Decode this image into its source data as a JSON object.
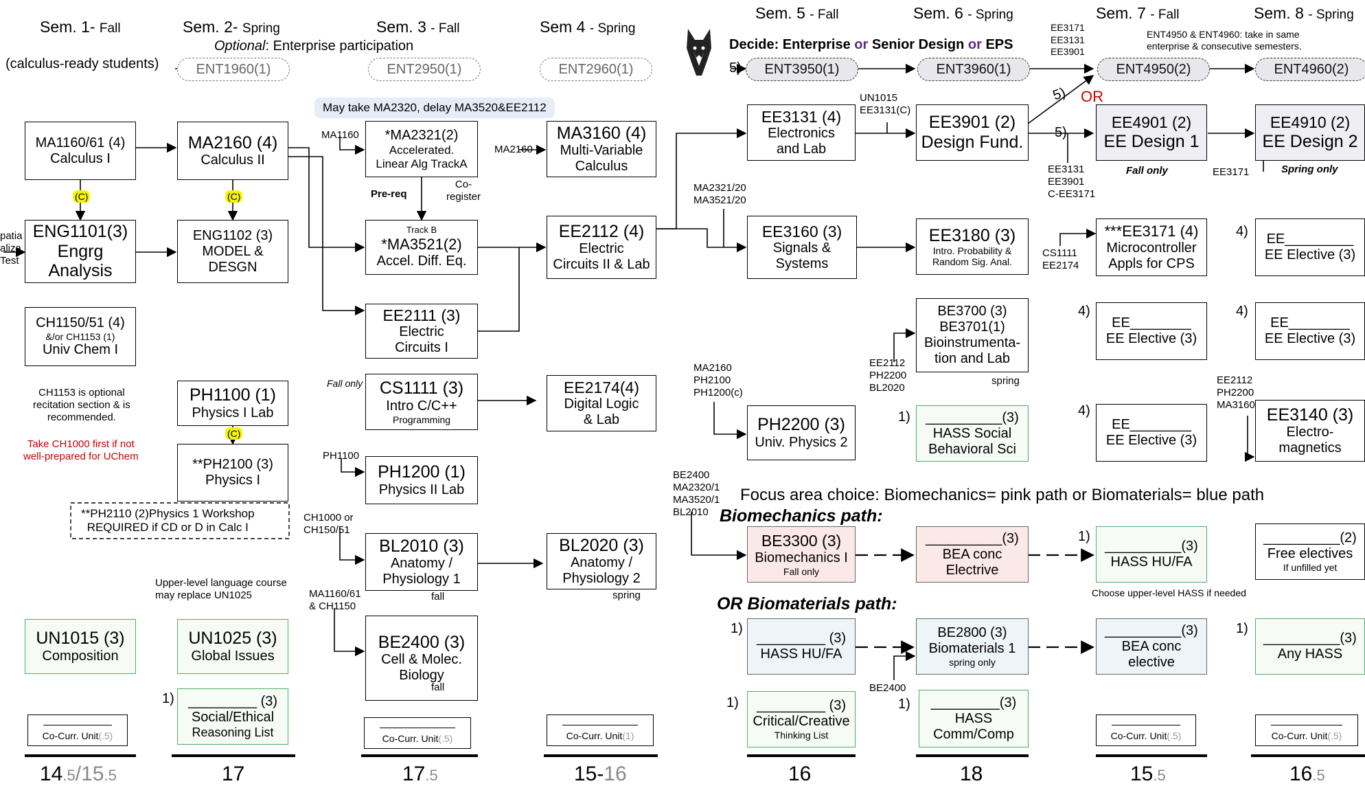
{
  "header": {
    "sem1": {
      "label": "Sem. 1-",
      "term": "Fall"
    },
    "sem2": {
      "label": "Sem. 2-",
      "term": "Spring"
    },
    "sem3": {
      "label": "Sem. 3",
      "term": "- Fall"
    },
    "sem4": {
      "label": "Sem 4",
      "term": "- Spring"
    },
    "sem5": {
      "label": "Sem. 5",
      "term": "- Fall"
    },
    "sem6": {
      "label": "Sem. 6",
      "term": "- Spring"
    },
    "sem7": {
      "label": "Sem. 7",
      "term": "- Fall"
    },
    "sem8": {
      "label": "Sem. 8",
      "term": "- Spring"
    },
    "calculus_ready": "(calculus-ready students)",
    "optional_italic": "Optional",
    "optional_rest": ": Enterprise participation",
    "decide_a": "Decide:  Enterprise ",
    "decide_or1": "or",
    "decide_b": " Senior Design ",
    "decide_or2": "or",
    "decide_c": " EPS",
    "ent_note_1": "ENT4950 & ENT4960: take in same",
    "ent_note_2": "enterprise & consecutive semesters.",
    "ee_list_1": "EE3171",
    "ee_list_2": "EE3131",
    "ee_list_3": "EE3901",
    "five_paren": "5)",
    "or_red": "OR"
  },
  "ent": {
    "e1960": "ENT1960(1)",
    "e2950": "ENT2950(1)",
    "e2960": "ENT2960(1)",
    "e3950": "ENT3950(1)",
    "e3960": "ENT3960(1)",
    "e4950": "ENT4950(2)",
    "e4960": "ENT4960(2)"
  },
  "bubble": "May take MA2320, delay MA3520&EE2112",
  "courses": {
    "ma1160": {
      "l1": "MA1160/61 (4)",
      "l2": "Calculus I"
    },
    "ma2160": {
      "l1": "MA2160 (4)",
      "l2": "Calculus II"
    },
    "ma2321": {
      "l1": "*MA2321(2)",
      "l2": "Accelerated.",
      "l3": "Linear Alg TrackA"
    },
    "ma3160": {
      "l1": "MA3160 (4)",
      "l2": "Multi-Variable",
      "l3": "Calculus"
    },
    "eng1101": {
      "l1": "ENG1101(3)",
      "l2": "Engrg",
      "l3": "Analysis"
    },
    "eng1102": {
      "l1": "ENG1102 (3)",
      "l2": "MODEL &",
      "l3": "DESGN"
    },
    "ma3521": {
      "l0": "Track B",
      "l1": "*MA3521(2)",
      "l2": "Accel. Diff. Eq."
    },
    "ee2112": {
      "l1": "EE2112 (4)",
      "l2": "Electric",
      "l3": "Circuits II & Lab"
    },
    "ch1150": {
      "l1": "CH1150/51 (4)",
      "l2": "&/or CH1153 (1)",
      "l3": "Univ Chem I"
    },
    "ee2111": {
      "l1": "EE2111 (3)",
      "l2": "Electric",
      "l3": "Circuits I"
    },
    "ph1100": {
      "l1": "PH1100 (1)",
      "l2": "Physics I Lab"
    },
    "cs1111": {
      "l1": "CS1111 (3)",
      "l2": "Intro C/C++",
      "l3": "Programming"
    },
    "ee2174": {
      "l1": "EE2174(4)",
      "l2": "Digital Logic",
      "l3": "& Lab"
    },
    "ph2100": {
      "l1": "**PH2100 (3)",
      "l2": "Physics I"
    },
    "ph1200": {
      "l1": "PH1200 (1)",
      "l2": "Physics II Lab"
    },
    "bl2010": {
      "l1": "BL2010 (3)",
      "l2": "Anatomy /",
      "l3": "Physiology 1"
    },
    "bl2020": {
      "l1": "BL2020 (3)",
      "l2": "Anatomy /",
      "l3": "Physiology 2"
    },
    "be2400": {
      "l1": "BE2400 (3)",
      "l2": "Cell & Molec.",
      "l3": "Biology"
    },
    "un1015": {
      "l1": "UN1015 (3)",
      "l2": "Composition"
    },
    "un1025": {
      "l1": "UN1025 (3)",
      "l2": "Global Issues"
    },
    "social": {
      "l1": "_________ (3)",
      "l2": "Social/Ethical",
      "l3": "Reasoning List"
    },
    "ee3131": {
      "l1": "EE3131 (4)",
      "l2": "Electronics",
      "l3": "and Lab"
    },
    "ee3901": {
      "l1": "EE3901 (2)",
      "l2": "Design Fund."
    },
    "ee4901": {
      "l1": "EE4901 (2)",
      "l2": "EE Design 1"
    },
    "ee4910": {
      "l1": "EE4910 (2)",
      "l2": "EE Design 2"
    },
    "ee3160": {
      "l1": "EE3160 (3)",
      "l2": "Signals &",
      "l3": "Systems"
    },
    "ee3180": {
      "l1": "EE3180 (3)",
      "l2": "Intro. Probability &",
      "l3": "Random Sig. Anal."
    },
    "ee3171": {
      "l1": "***EE3171 (4)",
      "l2": "Microcontroller",
      "l3": "Appls for CPS"
    },
    "elec8a": {
      "l1": "EE_________",
      "l2": "EE Elective (3)"
    },
    "be3700": {
      "l1": "BE3700 (3)",
      "l2": "BE3701(1)",
      "l3": "Bioinstrumenta-",
      "l4": "tion and Lab"
    },
    "elec7a": {
      "l1": "EE________",
      "l2": "EE Elective (3)"
    },
    "elec8b": {
      "l1": "EE________",
      "l2": "EE Elective (3)"
    },
    "ph2200": {
      "l1": "PH2200 (3)",
      "l2": "Univ. Physics 2"
    },
    "hass_soc": {
      "l1": "__________(3)",
      "l2": "HASS Social",
      "l3": "Behavioral Sci"
    },
    "elec7b": {
      "l1": "EE________",
      "l2": "EE Elective (3)"
    },
    "ee3140": {
      "l1": "EE3140 (3)",
      "l2": "Electro-",
      "l3": "magnetics"
    },
    "be3300": {
      "l1": "BE3300 (3)",
      "l2": "Biomechanics I",
      "l3": "Fall only"
    },
    "bea1": {
      "l1": "__________(3)",
      "l2": "BEA conc",
      "l3": "Electrive"
    },
    "hass_hu7": {
      "l1": "__________(3)",
      "l2": "HASS HU/FA"
    },
    "free": {
      "l1": "__________(2)",
      "l2": "Free electives",
      "l3": "If unfilled yet"
    },
    "hass_hu5": {
      "l1": "_________ (3)",
      "l2": "HASS HU/FA"
    },
    "be2800": {
      "l1": "BE2800 (3)",
      "l2": "Biomaterials 1",
      "l3": "spring only"
    },
    "bea2": {
      "l1": "__________(3)",
      "l2": "BEA conc",
      "l3": "elective"
    },
    "anyhass": {
      "l1": "__________(3)",
      "l2": "Any HASS"
    },
    "critical": {
      "l1": "_________ (3)",
      "l2": "Critical/Creative",
      "l3": "Thinking List"
    },
    "hass_comm": {
      "l1": "_________(3)",
      "l2": "HASS",
      "l3": "Comm/Comp"
    }
  },
  "labels": {
    "c_tag": "(C)",
    "ma1160_pre": "MA1160",
    "ma2160_pre": "MA2160",
    "prereq": "Pre-req",
    "coreg1": "Co-",
    "coreg2": "register",
    "spatial1": "patia",
    "spatial2": "aliza",
    "spatial3": "Test",
    "ch1153_note1": "CH1153 is optional",
    "ch1153_note2": "recitation section & is",
    "ch1153_note3": "recommended.",
    "ch1000_1": "Take CH1000 first if not",
    "ch1000_2": "well-prepared for UChem",
    "fall_only": "Fall only",
    "ph1100_pre": "PH1100",
    "ch1000_pre1": "CH1000 or",
    "ch1000_pre2": "CH150/51",
    "ma1160_ch1": "MA1160/61",
    "ma1160_ch2": "& CH1150",
    "fall": "fall",
    "spring": "spring",
    "ph2110_1": "**PH2110 (2)Physics 1 Workshop",
    "ph2110_2": "REQUIRED  if CD or D in Calc I",
    "upper_lang1": "Upper-level language course",
    "upper_lang2": "may replace UN1025",
    "un1015_pre1": "UN1015",
    "un1015_pre2": "EE3131(C)",
    "ma2321_20": "MA2321/20",
    "ma3521_20": "MA3521/20",
    "ma2160_b": "MA2160",
    "ph2100_b": "PH2100",
    "ph1200c": "PH1200(c)",
    "ee3131_pre1": "EE3131",
    "ee3131_pre2": "EE3901",
    "ee3131_pre3": "C-EE3171",
    "fall_only_b": "Fall only",
    "spring_only_b": "Spring only",
    "ee3171_pre": "EE3171",
    "cs1111_pre": "CS1111",
    "ee2174_pre": "EE2174",
    "four": "4)",
    "one": "1)",
    "ee2112_a": "EE2112",
    "ph2200_a": "PH2200",
    "bl2020_a": "BL2020",
    "ee2112_b": "EE2112",
    "ph2200_b": "PH2200",
    "ma3160_b": "MA3160",
    "be2400_p": "BE2400",
    "ma2320_p": "MA2320/1",
    "ma3520_p": "MA3520/1",
    "bl2010_p": "BL2010",
    "focus": "Focus area choice: Biomechanics= pink path or Biomaterials= blue path",
    "biomech": "Biomechanics path:",
    "biomat": "OR  Biomaterials path:",
    "upper_hass": "Choose upper-level HASS  if needed",
    "be2400_b": "BE2400"
  },
  "cocurr": {
    "s1": {
      "t": "Co-Curr. Unit ",
      "v": "(.5)"
    },
    "s3": {
      "t": "Co-Curr. Unit ",
      "v": "(.5)"
    },
    "s4": {
      "t": "Co-Curr. Unit ",
      "v": "(1)"
    },
    "s7": {
      "t": "Co-Curr. Unit ",
      "v": "(.5)"
    },
    "s8": {
      "t": "Co-Curr. Unit ",
      "v": "(.5)"
    }
  },
  "totals": {
    "s1": {
      "a": "14",
      "b": ".5",
      "c": "/15",
      "d": ".5"
    },
    "s2": {
      "a": "17"
    },
    "s3": {
      "a": "17",
      "b": ".5"
    },
    "s4": {
      "a": "15-",
      "b": "16"
    },
    "s5": {
      "a": "16"
    },
    "s6": {
      "a": "18"
    },
    "s7": {
      "a": "15",
      "b": ".5"
    },
    "s8": {
      "a": "16",
      "b": ".5"
    }
  }
}
